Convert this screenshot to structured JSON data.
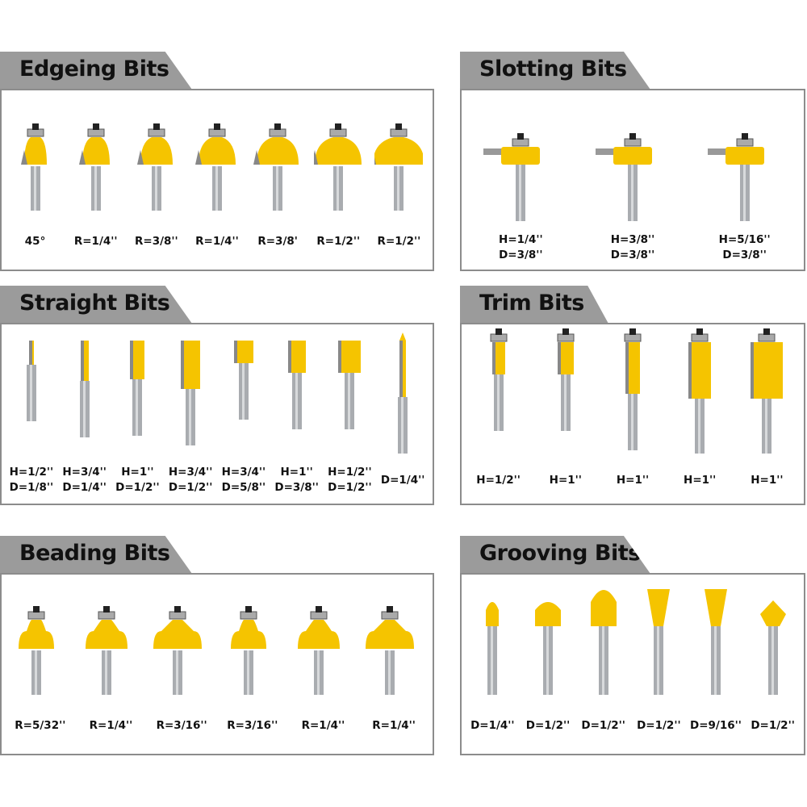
{
  "colors": {
    "tab": "#9b9b9b",
    "border": "#8c8c8c",
    "bit_yellow": "#f5c400",
    "shank": "#a9acb0"
  },
  "panels": [
    {
      "id": "edgeing",
      "title": "Edgeing Bits",
      "items": [
        [
          "45°"
        ],
        [
          "R=1/4''"
        ],
        [
          "R=3/8''"
        ],
        [
          "R=1/4''"
        ],
        [
          "R=3/8'"
        ],
        [
          "R=1/2''"
        ],
        [
          "R=1/2''"
        ]
      ]
    },
    {
      "id": "slotting",
      "title": "Slotting Bits",
      "items": [
        [
          "H=1/4''",
          "D=3/8''"
        ],
        [
          "H=3/8''",
          "D=3/8''"
        ],
        [
          "H=5/16''",
          "D=3/8''"
        ]
      ]
    },
    {
      "id": "straight",
      "title": "Straight Bits",
      "items": [
        [
          "H=1/2''",
          "D=1/8''"
        ],
        [
          "H=3/4''",
          "D=1/4''"
        ],
        [
          "H=1''",
          "D=1/2''"
        ],
        [
          "H=3/4''",
          "D=1/2''"
        ],
        [
          "H=3/4''",
          "D=5/8''"
        ],
        [
          "H=1''",
          "D=3/8''"
        ],
        [
          "H=1/2''",
          "D=1/2''"
        ],
        [
          "D=1/4''"
        ]
      ]
    },
    {
      "id": "trim",
      "title": "Trim Bits",
      "items": [
        [
          "H=1/2''"
        ],
        [
          "H=1''"
        ],
        [
          "H=1''"
        ],
        [
          "H=1''"
        ],
        [
          "H=1''"
        ]
      ]
    },
    {
      "id": "beading",
      "title": "Beading Bits",
      "items": [
        [
          "R=5/32''"
        ],
        [
          "R=1/4''"
        ],
        [
          "R=3/16''"
        ],
        [
          "R=3/16''"
        ],
        [
          "R=1/4''"
        ],
        [
          "R=1/4''"
        ]
      ]
    },
    {
      "id": "grooving",
      "title": "Grooving Bits",
      "items": [
        [
          "D=1/4''"
        ],
        [
          "D=1/2''"
        ],
        [
          "D=1/2''"
        ],
        [
          "D=1/2''"
        ],
        [
          "D=9/16''"
        ],
        [
          "D=1/2''"
        ]
      ]
    }
  ]
}
